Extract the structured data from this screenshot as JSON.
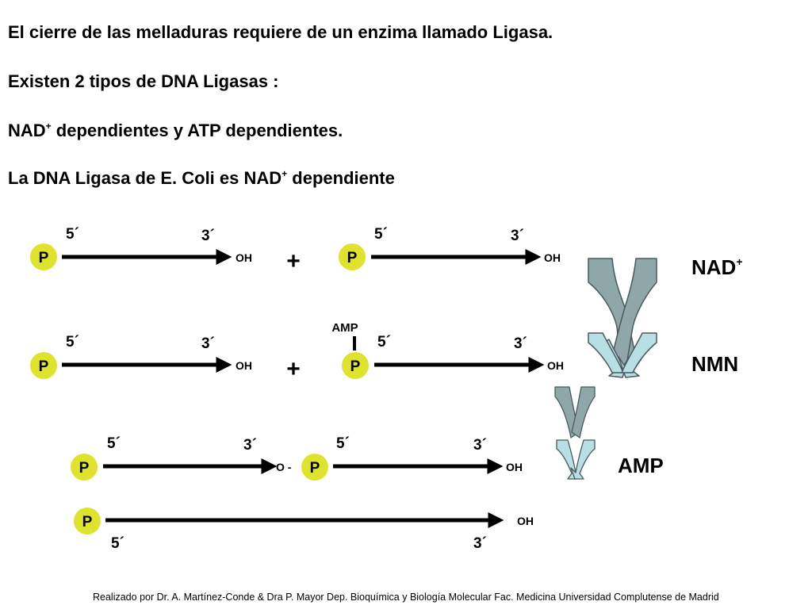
{
  "text": {
    "line1": "El cierre de las melladuras requiere de un enzima llamado Ligasa.",
    "line2": "Existen 2 tipos de DNA Ligasas :",
    "line3_a": "NAD",
    "line3_sup": "+",
    "line3_b": " dependientes y ATP dependientes.",
    "line4_a": "La DNA Ligasa de E. Coli es NAD",
    "line4_sup": "+",
    "line4_b": " dependiente"
  },
  "diagram": {
    "p_label": "P",
    "five_prime": "5´",
    "three_prime": "3´",
    "oh_label": "OH",
    "plus": "+",
    "amp_small": "AMP",
    "linkage": "O -",
    "nad_label": "NAD",
    "nad_sup": "+",
    "nmn_label": "NMN",
    "amp_large": "AMP"
  },
  "colors": {
    "phosphate": "#dfe32d",
    "strand": "#000000",
    "arrow_top": "#8fa7a8",
    "arrow_bottom": "#b8dfe3"
  },
  "footer": "Realizado por Dr. A. Martínez-Conde & Dra P. Mayor Dep. Bioquímica y Biología Molecular Fac. Medicina Universidad Complutense de Madrid"
}
